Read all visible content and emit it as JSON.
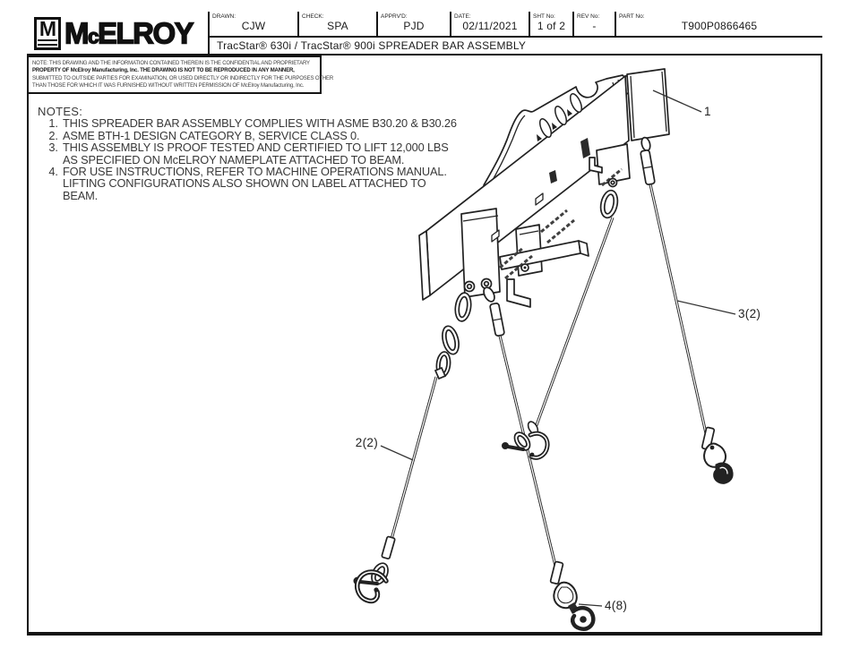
{
  "header": {
    "logo": {
      "m_initial": "M",
      "text_m": "M",
      "text_c": "c",
      "text_rest": "ELROY"
    },
    "fields": [
      {
        "label": "DRAWN:",
        "value": "CJW"
      },
      {
        "label": "CHECK:",
        "value": "SPA"
      },
      {
        "label": "APPRV'D:",
        "value": "PJD"
      },
      {
        "label": "DATE:",
        "value": "02/11/2021"
      },
      {
        "label": "SHT No:",
        "value": "1 of 2"
      },
      {
        "label": "REV No:",
        "value": "-"
      },
      {
        "label": "PART No:",
        "value": "T900P0866465"
      }
    ],
    "title": "TracStar® 630i / TracStar® 900i SPREADER BAR ASSEMBLY"
  },
  "proprietary_note": {
    "line1": "NOTE: THIS DRAWING AND THE INFORMATION CONTAINED THEREIN IS THE CONFIDENTIAL AND PROPRIETARY",
    "line2": "PROPERTY OF McElroy Manufacturing, Inc. THE DRAWING IS NOT TO BE REPRODUCED IN ANY MANNER,",
    "line3": "SUBMITTED TO OUTSIDE PARTIES FOR EXAMINATION, OR USED DIRECTLY OR INDIRECTLY FOR THE PURPOSES OTHER",
    "line4": "THAN THOSE FOR WHICH IT WAS FURNISHED WITHOUT WRITTEN PERMISSION OF McElroy Manufacturing, Inc."
  },
  "notes": {
    "title": "NOTES:",
    "items": [
      {
        "num": "1.",
        "lines": [
          "THIS SPREADER BAR ASSEMBLY COMPLIES WITH ASME B30.20 & B30.26"
        ]
      },
      {
        "num": "2.",
        "lines": [
          "ASME BTH-1 DESIGN CATEGORY B, SERVICE CLASS 0."
        ]
      },
      {
        "num": "3.",
        "lines": [
          "THIS ASSEMBLY IS PROOF TESTED AND CERTIFIED TO LIFT 12,000 LBS",
          "AS SPECIFIED ON McELROY NAMEPLATE ATTACHED TO BEAM."
        ]
      },
      {
        "num": "4.",
        "lines": [
          "FOR USE INSTRUCTIONS, REFER TO MACHINE OPERATIONS MANUAL.",
          "LIFTING CONFIGURATIONS ALSO SHOWN ON LABEL ATTACHED TO",
          "BEAM."
        ]
      }
    ]
  },
  "callouts": {
    "item1": "1",
    "item2": "2(2)",
    "item3": "3(2)",
    "item4": "4(8)"
  },
  "colors": {
    "line": "#222222",
    "text": "#2e2e2e",
    "background": "#ffffff"
  }
}
